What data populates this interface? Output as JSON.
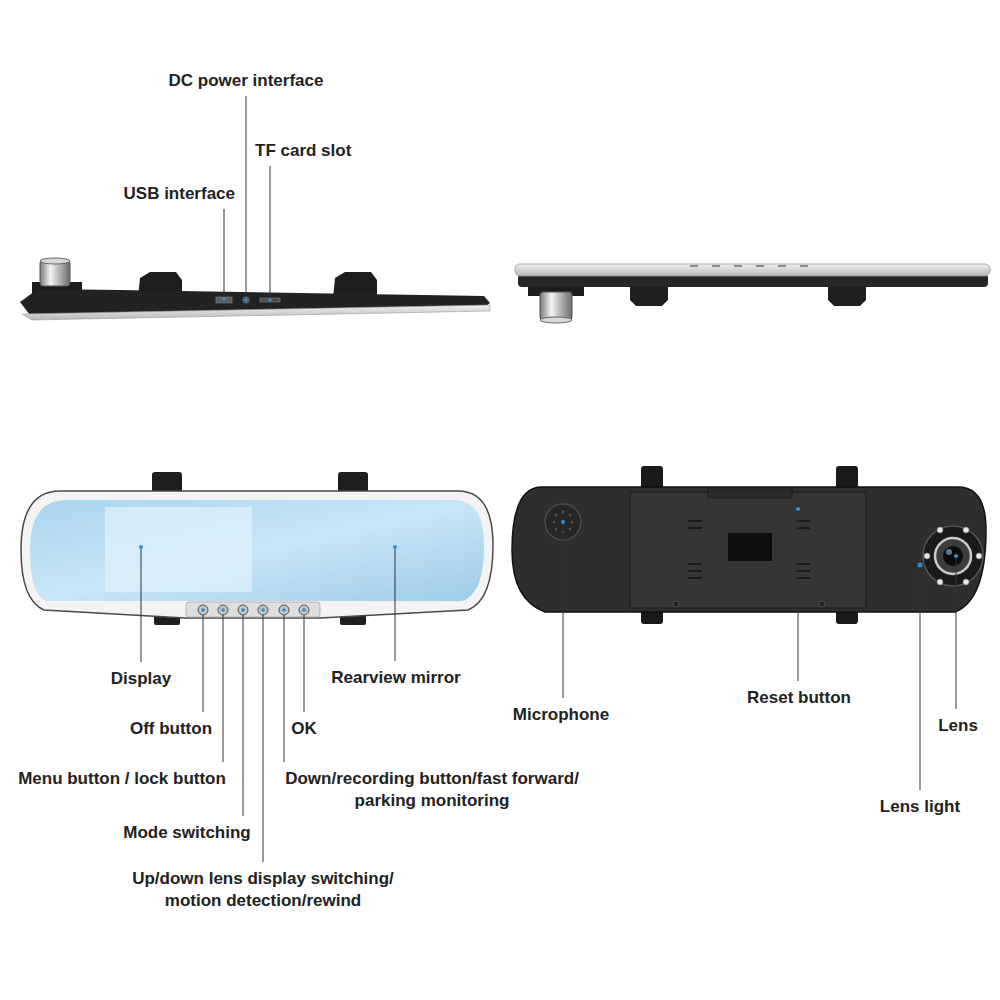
{
  "diagram": {
    "labels": [
      "DC power interface",
      "TF card slot",
      "USB interface",
      "Display",
      "Rearview mirror",
      "Off button",
      "Menu button / lock button",
      "Mode switching",
      "Up/down lens display switching/ motion detection/rewind",
      "OK",
      "Down/recording button/fast forward/ parking monitoring",
      "Microphone",
      "Reset button",
      "Lens",
      "Lens light"
    ]
  }
}
